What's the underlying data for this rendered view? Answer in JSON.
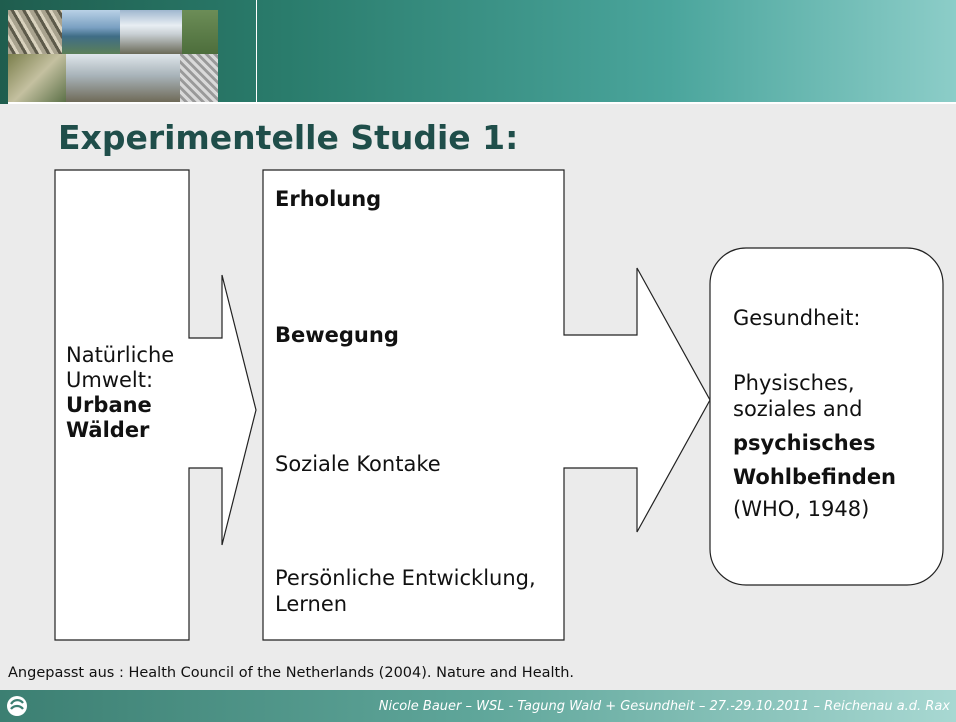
{
  "title": "Experimentelle Studie 1:",
  "left_box": {
    "line1": "Natürliche",
    "line2": "Umwelt:",
    "line3": "Urbane",
    "line4": "Wälder"
  },
  "middle_box": {
    "item1": "Erholung",
    "item2": "Bewegung",
    "item3": "Soziale Kontake",
    "item4_line1": "Persönliche Entwicklung,",
    "item4_line2": "Lernen"
  },
  "right_box": {
    "line1": "Gesundheit:",
    "line2": "Physisches,",
    "line3": "soziales and",
    "line4": "psychisches",
    "line5": "Wohlbefinden",
    "line6": "(WHO, 1948)"
  },
  "caption": "Angepasst aus : Health Council of the Netherlands (2004). Nature and Health.",
  "footer": "Nicole Bauer – WSL -  Tagung Wald + Gesundheit  –  27.-29.10.2011 – Reichenau a.d. Rax"
}
